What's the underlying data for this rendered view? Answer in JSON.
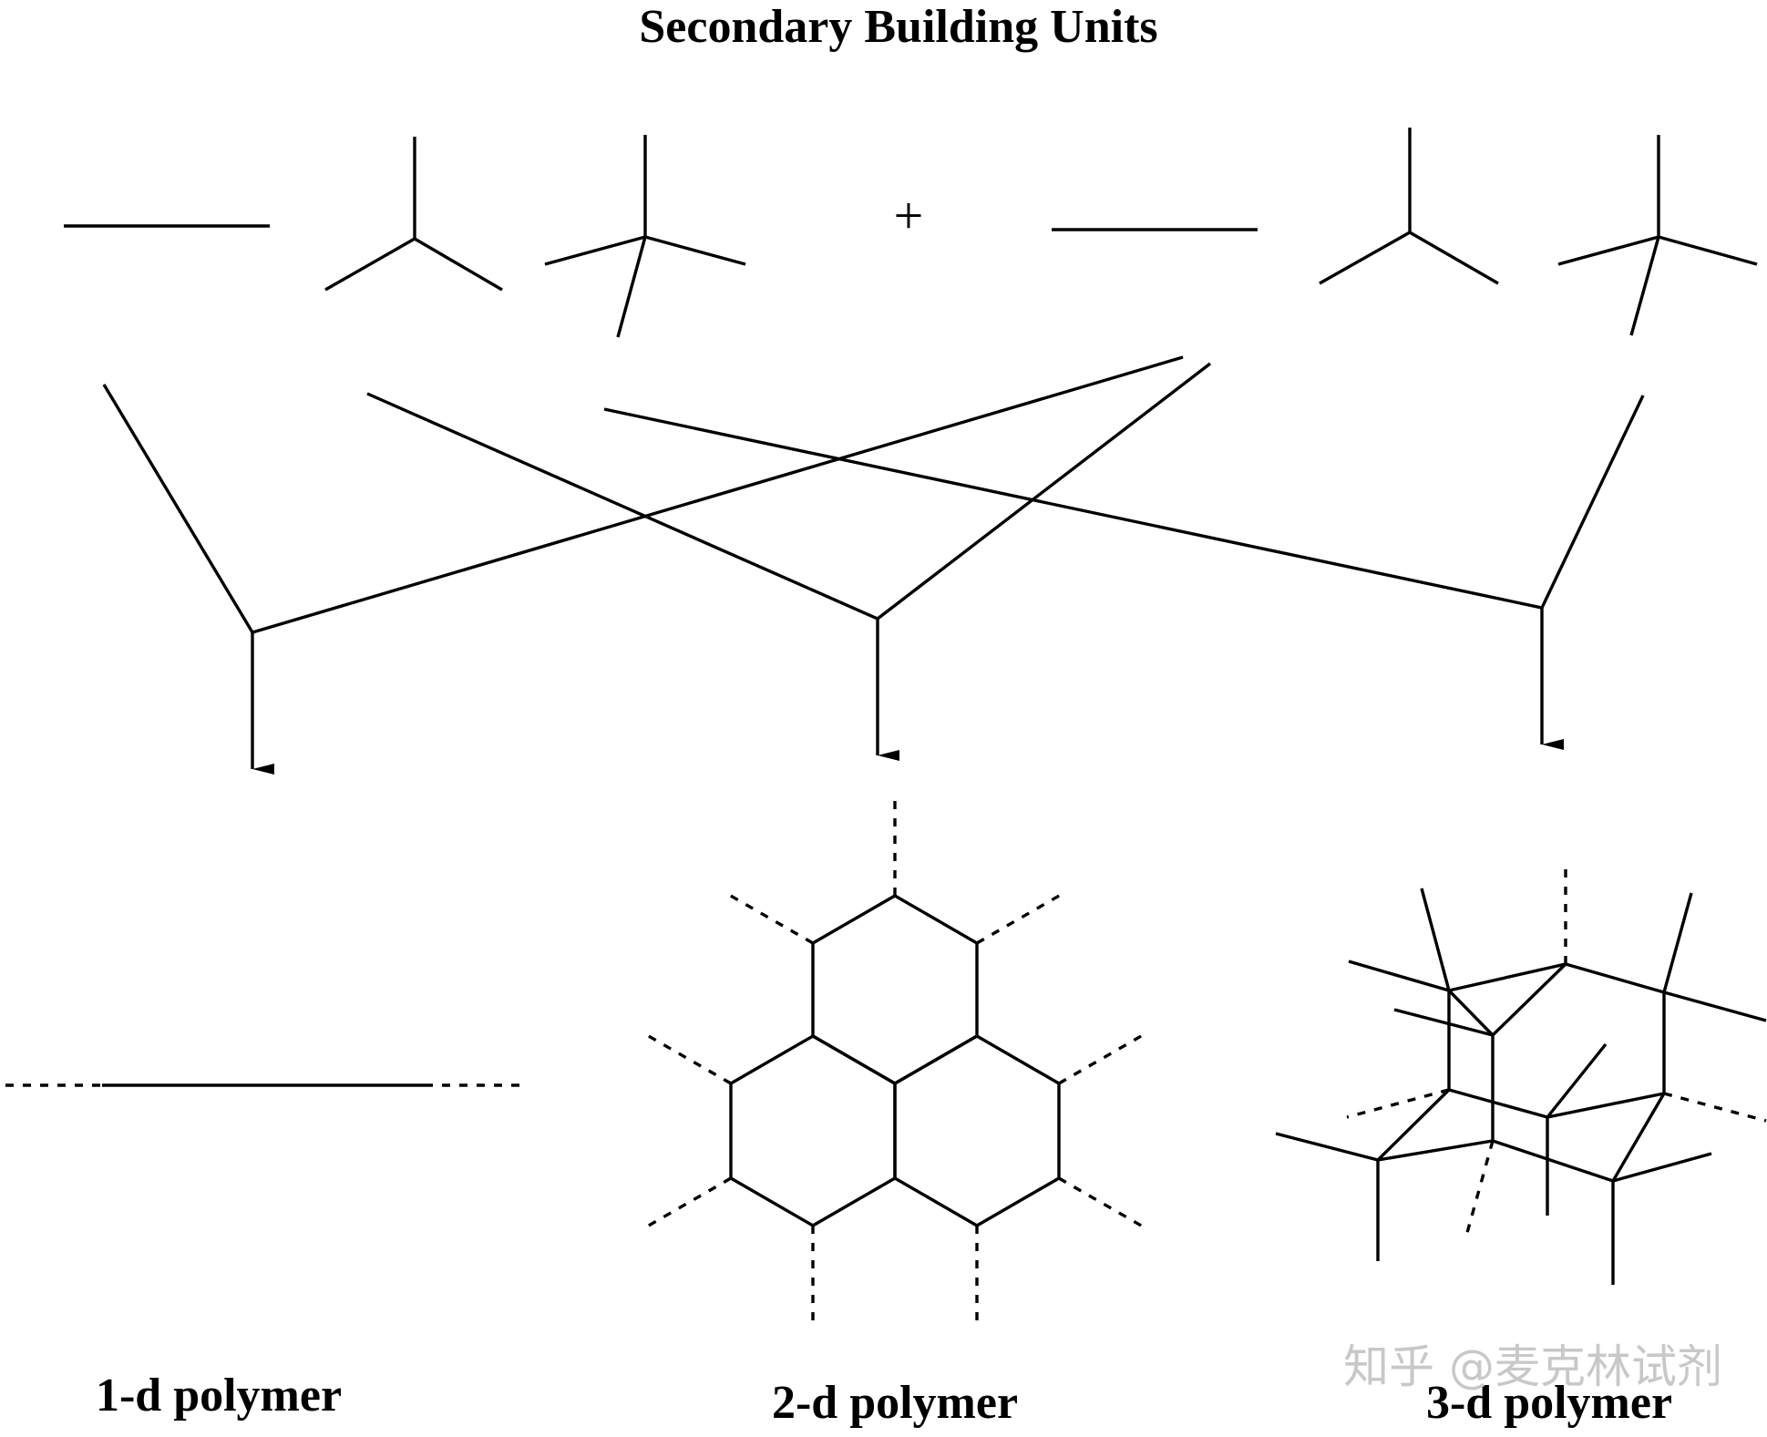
{
  "title": "Secondary Building Units",
  "plus": "+",
  "labels": {
    "one_d": "1-d polymer",
    "two_d": "2-d polymer",
    "three_d": "3-d polymer"
  },
  "watermark": "知乎 @麦克林试剂",
  "colors": {
    "ink": "#000000",
    "background": "#ffffff",
    "watermark": "#c8c8c8"
  }
}
